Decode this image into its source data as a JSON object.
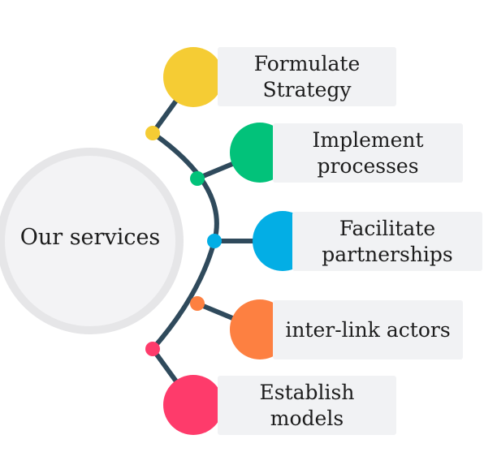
{
  "hub": {
    "label": "Our services"
  },
  "colors": {
    "connector": "#2f4a5c",
    "hub_fill": "#f3f3f5",
    "hub_ring": "#e6e6e8",
    "box_fill": "#f1f2f4"
  },
  "items": [
    {
      "label": "Formulate\nStrategy",
      "color": "#f5cc34"
    },
    {
      "label": "Implement\nprocesses",
      "color": "#02c27a"
    },
    {
      "label": "Facilitate\npartnerships",
      "color": "#03aee5"
    },
    {
      "label": "inter-link actors",
      "color": "#fd8041"
    },
    {
      "label": "Establish\nmodels",
      "color": "#fe3b6b"
    }
  ]
}
